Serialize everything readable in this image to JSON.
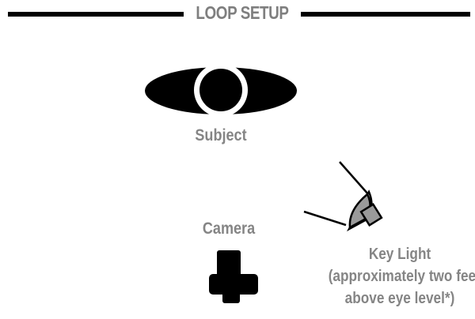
{
  "header": {
    "title": "LOOP SETUP"
  },
  "diagram": {
    "subject_label": "Subject",
    "camera_label": "Camera",
    "key_light_label": "Key Light",
    "key_light_note_line1": "(approximately two feet",
    "key_light_note_line2": "above eye level*)"
  },
  "colors": {
    "rule": "#000000",
    "label_gray": "#858585",
    "light_gray": "#9a9a9a",
    "shape_black": "#000000"
  },
  "icons": {
    "subject": "subject-head-shoulders-icon",
    "camera": "camera-icon",
    "key_light": "key-light-icon"
  }
}
